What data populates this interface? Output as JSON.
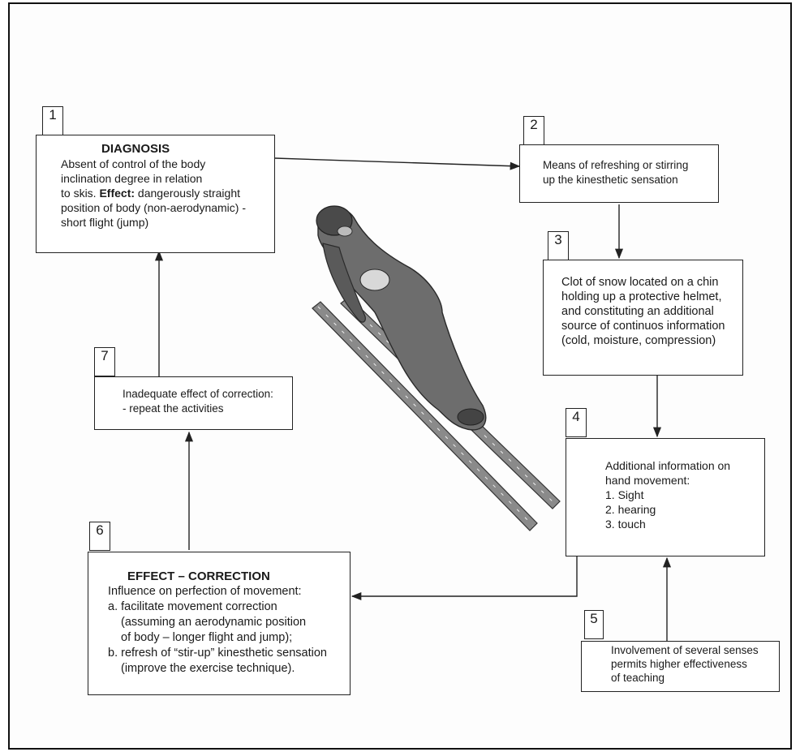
{
  "boxes": {
    "b1": {
      "number": "1",
      "title": "DIAGNOSIS",
      "lines": [
        "Absent of control of the body",
        "inclination degree in relation",
        "to skis. ",
        "position of body (non-aerodynamic) -",
        "short flight (jump)"
      ],
      "effect_label": "Effect:",
      "effect_text": " dangerously straight"
    },
    "b2": {
      "number": "2",
      "lines": [
        "Means of refreshing or stirring",
        "up the kinesthetic sensation"
      ]
    },
    "b3": {
      "number": "3",
      "lines": [
        "Clot of snow located on a chin",
        "holding up a protective helmet,",
        "and constituting an additional",
        "source of continuos information",
        "(cold, moisture, compression)"
      ]
    },
    "b4": {
      "number": "4",
      "lines": [
        "Additional information on",
        "hand movement:",
        "1. Sight",
        "2. hearing",
        "3. touch"
      ]
    },
    "b5": {
      "number": "5",
      "lines": [
        "Involvement of several senses",
        "permits higher effectiveness",
        "of teaching"
      ]
    },
    "b6": {
      "number": "6",
      "title": "EFFECT – CORRECTION",
      "lines": [
        "Influence on perfection of movement:",
        "a.  facilitate movement correction",
        "(assuming an aerodynamic position",
        "of body – longer flight and jump);",
        "b.  refresh of “stir-up” kinesthetic sensation",
        "(improve the exercise technique)."
      ]
    },
    "b7": {
      "number": "7",
      "lines": [
        "Inadequate effect of correction:",
        "- repeat the activities"
      ]
    }
  },
  "illustration": {
    "name": "ski-jumper"
  },
  "colors": {
    "stroke": "#222222",
    "skier": "#3a3a3a",
    "skis": "#555555"
  }
}
